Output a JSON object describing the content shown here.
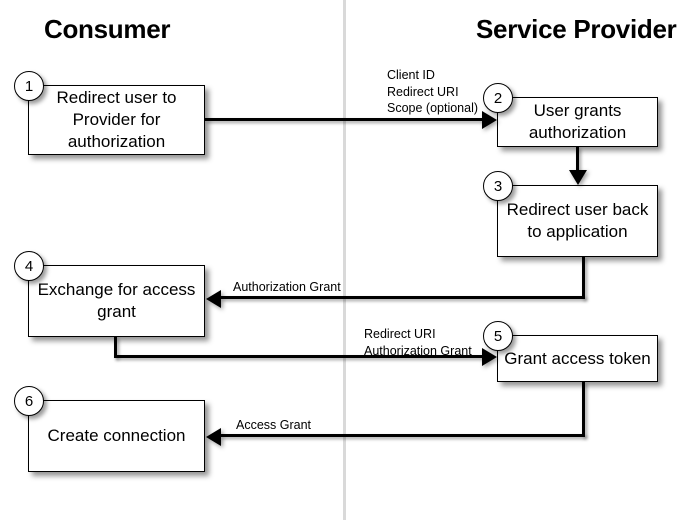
{
  "diagram": {
    "title_left": "Consumer",
    "title_right": "Service Provider",
    "nodes": [
      {
        "number": "1",
        "label": "Redirect user to Provider for authorization",
        "lane": "consumer"
      },
      {
        "number": "2",
        "label": "User grants authorization",
        "lane": "provider"
      },
      {
        "number": "3",
        "label": "Redirect user back to application",
        "lane": "provider"
      },
      {
        "number": "4",
        "label": "Exchange for access grant",
        "lane": "consumer"
      },
      {
        "number": "5",
        "label": "Grant access token",
        "lane": "provider"
      },
      {
        "number": "6",
        "label": "Create connection",
        "lane": "consumer"
      }
    ],
    "edge_labels": {
      "step1_to_2_line1": "Client ID",
      "step1_to_2_line2": "Redirect URI",
      "step1_to_2_line3": "Scope (optional)",
      "step3_to_4": "Authorization Grant",
      "step4_to_5_line1": "Redirect URI",
      "step4_to_5_line2": "Authorization Grant",
      "step5_to_6": "Access Grant"
    },
    "colors": {
      "stroke": "#000000",
      "background": "#ffffff",
      "divider": "#d9d9d9"
    }
  }
}
